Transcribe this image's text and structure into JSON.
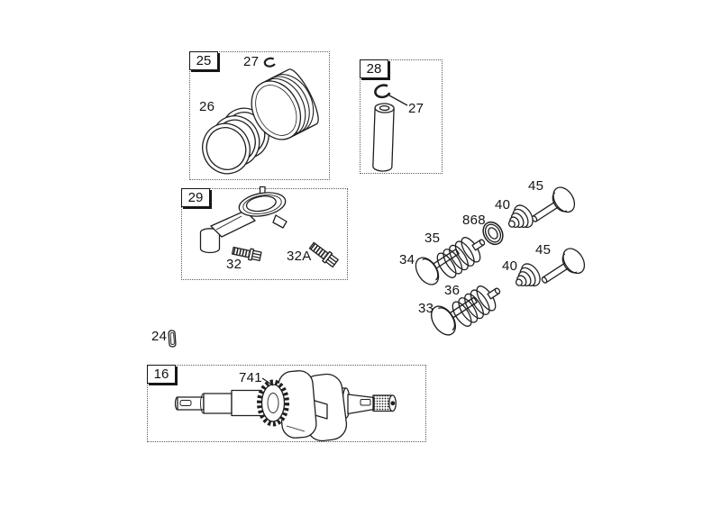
{
  "colors": {
    "background": "#ffffff",
    "line": "#1f1f1f"
  },
  "boxes": [
    {
      "label": "25"
    },
    {
      "label": "28"
    },
    {
      "label": "29"
    },
    {
      "label": "16"
    }
  ],
  "callouts": [
    {
      "label": "27"
    },
    {
      "label": "26"
    },
    {
      "label": "27"
    },
    {
      "label": "32"
    },
    {
      "label": "32A"
    },
    {
      "label": "35"
    },
    {
      "label": "34"
    },
    {
      "label": "868"
    },
    {
      "label": "40"
    },
    {
      "label": "45"
    },
    {
      "label": "40"
    },
    {
      "label": "45"
    },
    {
      "label": "36"
    },
    {
      "label": "33"
    },
    {
      "label": "24"
    },
    {
      "label": "741"
    }
  ]
}
